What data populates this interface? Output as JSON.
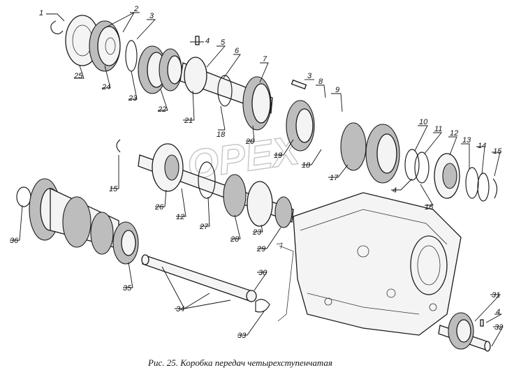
{
  "caption": "Рис. 25. Коробка передач четырехступенчатая",
  "watermark": "OPEX",
  "labels": [
    {
      "id": "l1",
      "text": "1"
    },
    {
      "id": "l2",
      "text": "2"
    },
    {
      "id": "l3a",
      "text": "3"
    },
    {
      "id": "l4a",
      "text": "4"
    },
    {
      "id": "l5",
      "text": "5"
    },
    {
      "id": "l6",
      "text": "6"
    },
    {
      "id": "l7",
      "text": "7"
    },
    {
      "id": "l3b",
      "text": "3"
    },
    {
      "id": "l8",
      "text": "8"
    },
    {
      "id": "l9",
      "text": "9"
    },
    {
      "id": "l10",
      "text": "10"
    },
    {
      "id": "l11",
      "text": "11"
    },
    {
      "id": "l12a",
      "text": "12"
    },
    {
      "id": "l13",
      "text": "13"
    },
    {
      "id": "l14",
      "text": "14"
    },
    {
      "id": "l15a",
      "text": "15"
    },
    {
      "id": "l25",
      "text": "25"
    },
    {
      "id": "l24",
      "text": "24"
    },
    {
      "id": "l23a",
      "text": "23"
    },
    {
      "id": "l22",
      "text": "22"
    },
    {
      "id": "l21",
      "text": "21"
    },
    {
      "id": "l18a",
      "text": "18"
    },
    {
      "id": "l20",
      "text": "20"
    },
    {
      "id": "l19",
      "text": "19"
    },
    {
      "id": "l18b",
      "text": "18"
    },
    {
      "id": "l17",
      "text": "17"
    },
    {
      "id": "l4b",
      "text": "4"
    },
    {
      "id": "l16",
      "text": "16"
    },
    {
      "id": "l15b",
      "text": "15"
    },
    {
      "id": "l26",
      "text": "26"
    },
    {
      "id": "l12b",
      "text": "12"
    },
    {
      "id": "l27",
      "text": "27"
    },
    {
      "id": "l28",
      "text": "28"
    },
    {
      "id": "l23b",
      "text": "23"
    },
    {
      "id": "l29",
      "text": "29"
    },
    {
      "id": "l36",
      "text": "36"
    },
    {
      "id": "l35",
      "text": "35"
    },
    {
      "id": "l30",
      "text": "30"
    },
    {
      "id": "l34",
      "text": "34"
    },
    {
      "id": "l33",
      "text": "33"
    },
    {
      "id": "l31",
      "text": "31"
    },
    {
      "id": "l4c",
      "text": "4"
    },
    {
      "id": "l32",
      "text": "32"
    }
  ]
}
